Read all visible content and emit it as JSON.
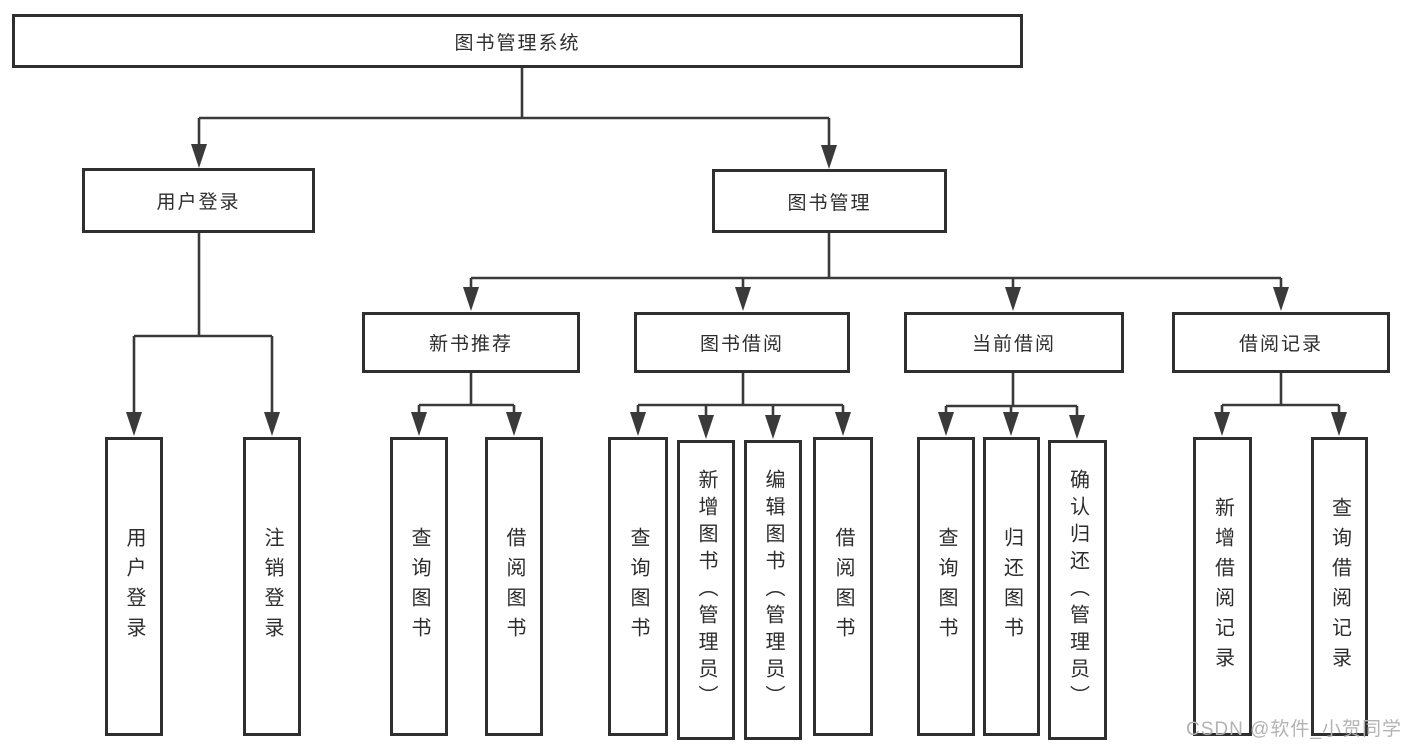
{
  "colors": {
    "line": "#3a3a3a",
    "box_border": "#2f2f2f",
    "box_fill": "#ffffff",
    "text": "#2d2d2d",
    "watermark_text": "#b3b3b3",
    "background": "#ffffff"
  },
  "tree": {
    "root": {
      "label": "图书管理系统"
    },
    "level1": [
      {
        "label": "用户登录",
        "children": [
          {
            "label": "用户登录"
          },
          {
            "label": "注销登录"
          }
        ]
      },
      {
        "label": "图书管理",
        "children": [
          {
            "label": "新书推荐",
            "children": [
              {
                "label": "查询图书"
              },
              {
                "label": "借阅图书"
              }
            ]
          },
          {
            "label": "图书借阅",
            "children": [
              {
                "label": "查询图书"
              },
              {
                "label": "新增图书（管理员）"
              },
              {
                "label": "编辑图书（管理员）"
              },
              {
                "label": "借阅图书"
              }
            ]
          },
          {
            "label": "当前借阅",
            "children": [
              {
                "label": "查询图书"
              },
              {
                "label": "归还图书"
              },
              {
                "label": "确认归还（管理员）"
              }
            ]
          },
          {
            "label": "借阅记录",
            "children": [
              {
                "label": "新增借阅记录"
              },
              {
                "label": "查询借阅记录"
              }
            ]
          }
        ]
      }
    ]
  },
  "watermark": {
    "text": "CSDN @软件_小贺同学"
  }
}
